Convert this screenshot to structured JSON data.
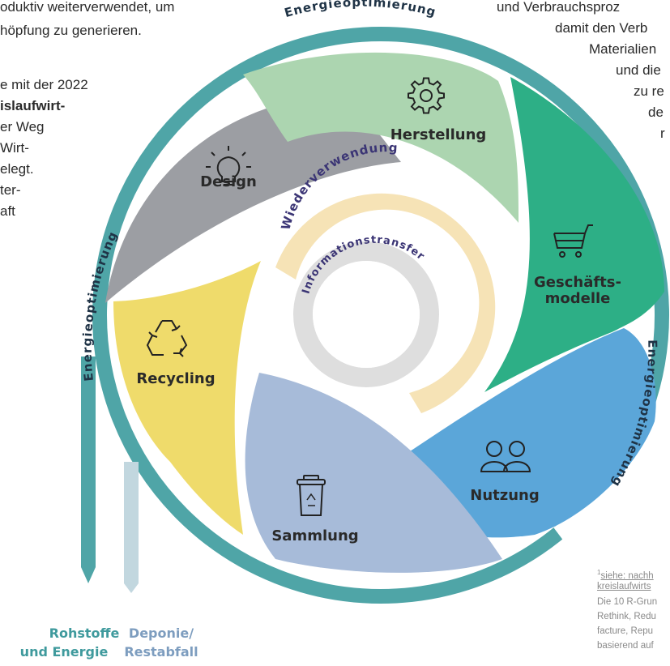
{
  "left_text": [
    {
      "text": "oduktiv weiterverwendet, um",
      "bold": false
    },
    {
      "text": "höpfung zu generieren.",
      "bold": false
    },
    {
      "text": "e mit der 2022",
      "bold": false
    },
    {
      "text": "islaufwirt-",
      "bold": true
    },
    {
      "text": "er Weg",
      "bold": false
    },
    {
      "text": "Wirt-",
      "bold": false
    },
    {
      "text": "elegt.",
      "bold": false
    },
    {
      "text": "ter-",
      "bold": false
    },
    {
      "text": "aft",
      "bold": false
    }
  ],
  "right_text": [
    "und Verbrauchsproz",
    "damit den Verb",
    "Materialien",
    "und die",
    "zu re",
    "de",
    "r"
  ],
  "footnote": {
    "line1_mark": "1",
    "line1": "siehe: nachh",
    "line2": "kreislaufwirts",
    "line3": "Die 10 R-Grun",
    "line4": "Rethink, Redu",
    "line5": "facture, Repu",
    "line6": "basierend auf"
  },
  "ring_labels": {
    "top": "Energieoptimierung",
    "left": "Energieoptimierung",
    "right": "Energieoptimierung"
  },
  "segments": [
    {
      "id": "herstellung",
      "label": "Herstellung",
      "icon": "gear-icon",
      "color": "#acd5b0"
    },
    {
      "id": "geschaeftsmodelle",
      "label_line1": "Geschäfts-",
      "label_line2": "modelle",
      "icon": "shopping-cart-icon",
      "color": "#2daf86"
    },
    {
      "id": "nutzung",
      "label": "Nutzung",
      "icon": "users-icon",
      "color": "#5ba6d9"
    },
    {
      "id": "sammlung",
      "label": "Sammlung",
      "icon": "recycling-bin-icon",
      "color": "#a7bbd9"
    },
    {
      "id": "recycling",
      "label": "Recycling",
      "icon": "recycle-icon",
      "color": "#efdb6b"
    },
    {
      "id": "design",
      "label": "Design",
      "icon": "lightbulb-icon",
      "color": "#9c9ea3"
    }
  ],
  "inner": {
    "outer_arc_label": "Wiederverwendung",
    "inner_arc_label": "Informationstransfer"
  },
  "bottom": {
    "rohstoffe_line1": "Rohstoffe",
    "rohstoffe_line2": "und Energie",
    "deponie_line1": "Deponie/",
    "deponie_line2": "Restabfall"
  },
  "colors": {
    "ring": "#4fa5a7",
    "ring_text": "#1f3346",
    "label_text": "#2a2a2a",
    "inner_text": "#3b3575",
    "wiederverwendung_band": "#f6e3b6",
    "information_ring": "#dedede",
    "bottom_label": "#3f9a9d",
    "deponie_bar": "#c2d7df"
  }
}
